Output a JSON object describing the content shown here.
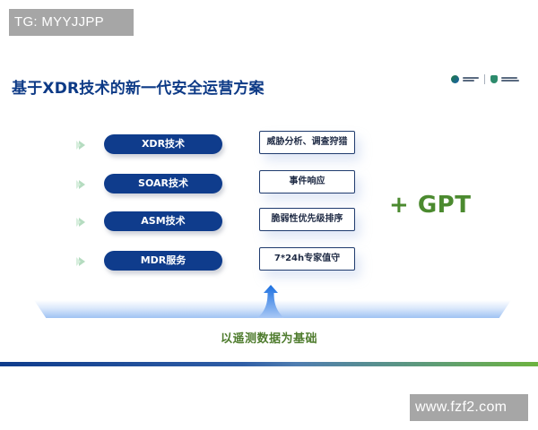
{
  "watermarks": {
    "top_left": "TG: MYYJJPP",
    "bottom_right": "www.fzf2.com"
  },
  "slide": {
    "title": "基于XDR技术的新一代安全运营方案",
    "logos": [
      "sangfor-logo",
      "shield-logo"
    ],
    "rows": [
      {
        "tech": "XDR技术",
        "capability": "威胁分析、调查狩猎"
      },
      {
        "tech": "SOAR技术",
        "capability": "事件响应"
      },
      {
        "tech": "ASM技术",
        "capability": "脆弱性优先级排序"
      },
      {
        "tech": "MDR服务",
        "capability": "7*24h专家值守"
      }
    ],
    "plus_gpt": "+ GPT",
    "foundation": "以遥测数据为基础"
  },
  "colors": {
    "title_blue": "#0d3a86",
    "pill_blue": "#0f3c8c",
    "gpt_green": "#4b8a2f",
    "foundation_green": "#4f7c2e",
    "chevron_green": "#b5dcc0"
  }
}
